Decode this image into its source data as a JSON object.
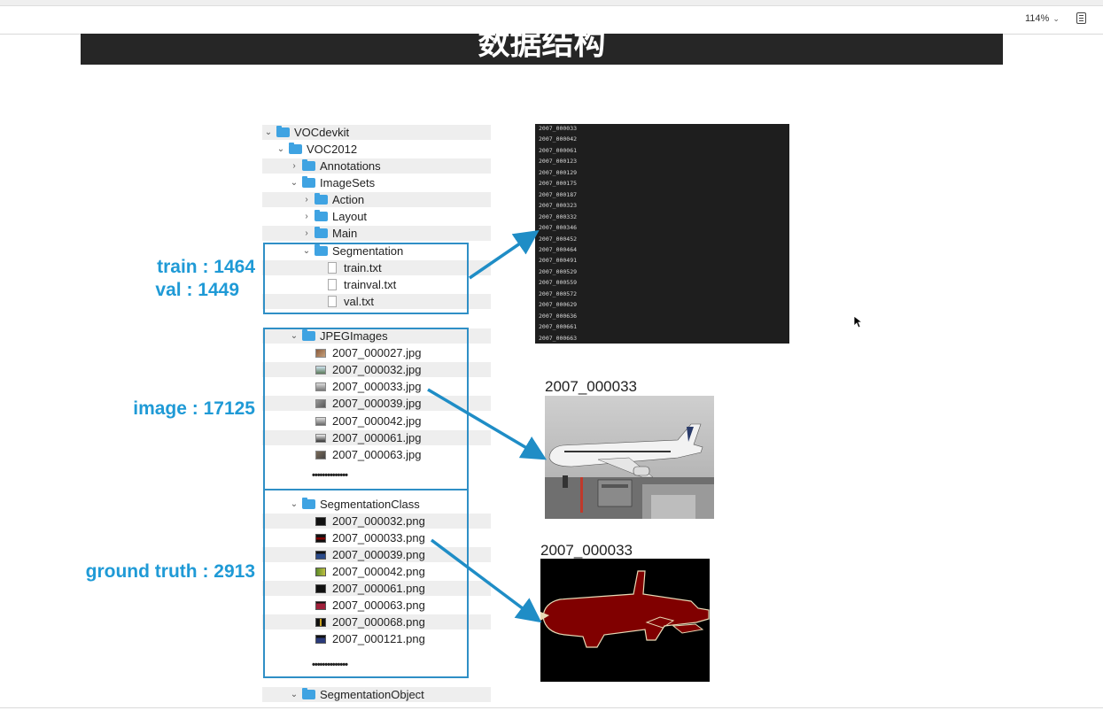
{
  "viewer": {
    "zoom": "114%"
  },
  "slide": {
    "title": "数据结构"
  },
  "tree": {
    "root": "VOCdevkit",
    "voc": "VOC2012",
    "annotations": "Annotations",
    "imagesets": "ImageSets",
    "action": "Action",
    "layout": "Layout",
    "main": "Main",
    "segmentation": "Segmentation",
    "seg_files": [
      "train.txt",
      "trainval.txt",
      "val.txt"
    ],
    "jpegimages": "JPEGImages",
    "jpeg_files": [
      "2007_000027.jpg",
      "2007_000032.jpg",
      "2007_000033.jpg",
      "2007_000039.jpg",
      "2007_000042.jpg",
      "2007_000061.jpg",
      "2007_000063.jpg"
    ],
    "jpeg_more": "••••••••••••••",
    "segclass": "SegmentationClass",
    "segclass_files": [
      "2007_000032.png",
      "2007_000033.png",
      "2007_000039.png",
      "2007_000042.png",
      "2007_000061.png",
      "2007_000063.png",
      "2007_000068.png",
      "2007_000121.png"
    ],
    "segclass_more": "••••••••••••••",
    "segobject": "SegmentationObject"
  },
  "labels": {
    "train": "train : 1464",
    "val": "val : 1449",
    "image": "image : 17125",
    "ground_truth": "ground truth : 2913"
  },
  "txt_preview_lines": [
    "2007_000033",
    "2007_000042",
    "2007_000061",
    "2007_000123",
    "2007_000129",
    "2007_000175",
    "2007_000187",
    "2007_000323",
    "2007_000332",
    "2007_000346",
    "2007_000452",
    "2007_000464",
    "2007_000491",
    "2007_000529",
    "2007_000559",
    "2007_000572",
    "2007_000629",
    "2007_000636",
    "2007_000661",
    "2007_000663"
  ],
  "captions": {
    "jpeg": "2007_000033",
    "mask": "2007_000033"
  },
  "colors": {
    "accent": "#1f9ad6",
    "box": "#2f8fc6",
    "folder": "#3fa3e2",
    "header": "#262626",
    "mask": "#800000"
  },
  "icons": {
    "folder": "folder-icon",
    "file": "text-file-icon",
    "expand": "chevron-right-icon",
    "collapse": "chevron-down-icon"
  }
}
